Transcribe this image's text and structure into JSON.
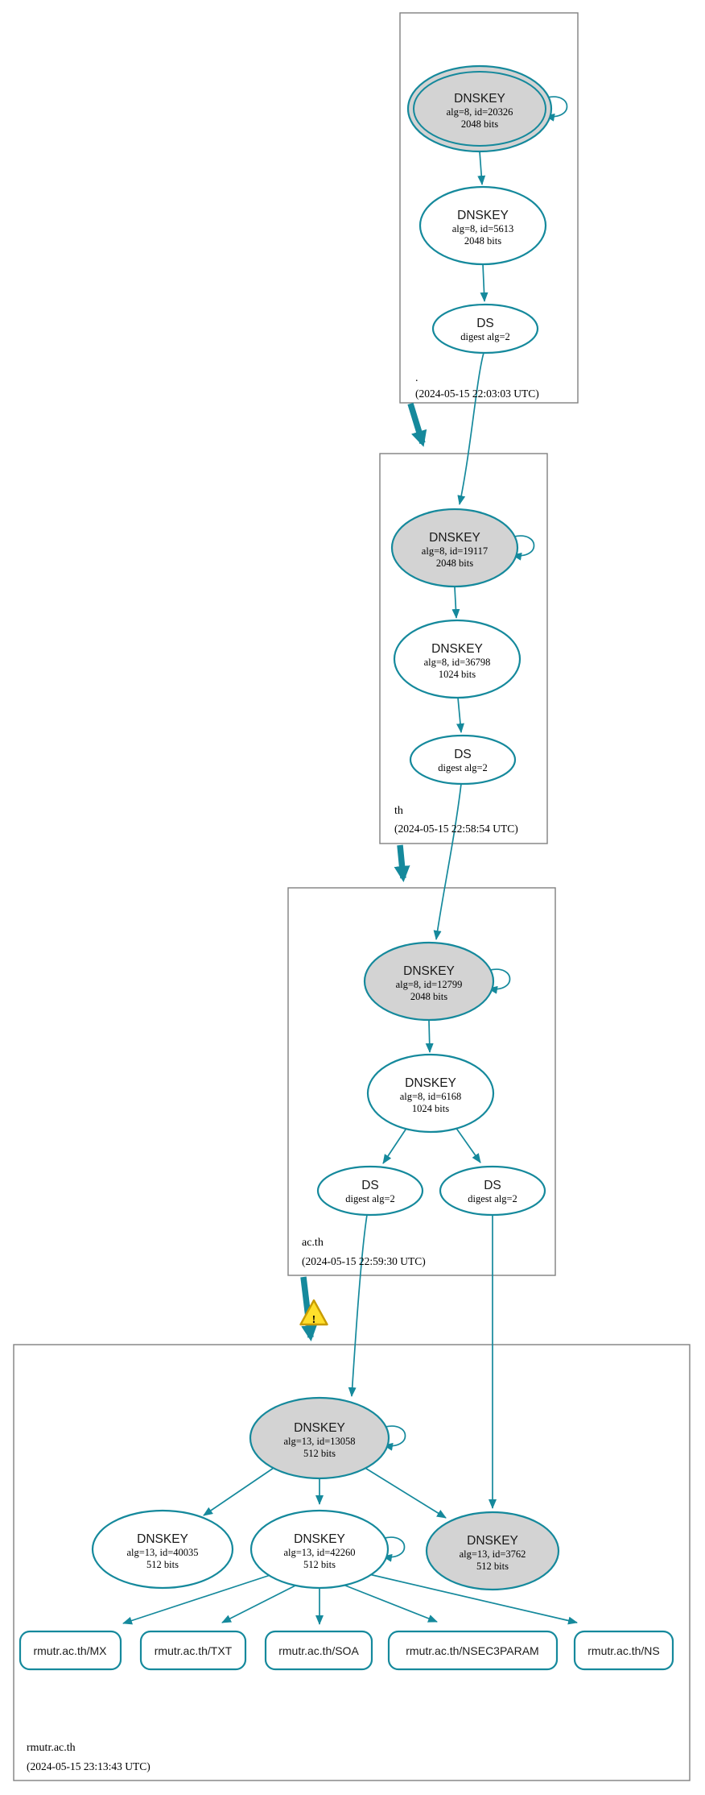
{
  "colors": {
    "edge_teal": "#15899c",
    "sep_key_fill": "#d3d3d3",
    "node_fill": "#ffffff",
    "zone_border": "#808080",
    "warning_fill": "#ffdf2b",
    "warning_border": "#c89b00"
  },
  "zones": [
    {
      "name": ".",
      "timestamp": "(2024-05-15 22:03:03 UTC)"
    },
    {
      "name": "th",
      "timestamp": "(2024-05-15 22:58:54 UTC)"
    },
    {
      "name": "ac.th",
      "timestamp": "(2024-05-15 22:59:30 UTC)"
    },
    {
      "name": "rmutr.ac.th",
      "timestamp": "(2024-05-15 23:13:43 UTC)"
    }
  ],
  "nodes": {
    "root_ksk": {
      "label": "DNSKEY",
      "detail": "alg=8, id=20326",
      "bits": "2048 bits"
    },
    "root_zsk": {
      "label": "DNSKEY",
      "detail": "alg=8, id=5613",
      "bits": "2048 bits"
    },
    "root_ds": {
      "label": "DS",
      "detail": "digest alg=2"
    },
    "th_ksk": {
      "label": "DNSKEY",
      "detail": "alg=8, id=19117",
      "bits": "2048 bits"
    },
    "th_zsk": {
      "label": "DNSKEY",
      "detail": "alg=8, id=36798",
      "bits": "1024 bits"
    },
    "th_ds": {
      "label": "DS",
      "detail": "digest alg=2"
    },
    "acth_ksk": {
      "label": "DNSKEY",
      "detail": "alg=8, id=12799",
      "bits": "2048 bits"
    },
    "acth_zsk": {
      "label": "DNSKEY",
      "detail": "alg=8, id=6168",
      "bits": "1024 bits"
    },
    "acth_ds_left": {
      "label": "DS",
      "detail": "digest alg=2"
    },
    "acth_ds_right": {
      "label": "DS",
      "detail": "digest alg=2"
    },
    "rmutr_ksk": {
      "label": "DNSKEY",
      "detail": "alg=13, id=13058",
      "bits": "512 bits"
    },
    "rmutr_zsk_40035": {
      "label": "DNSKEY",
      "detail": "alg=13, id=40035",
      "bits": "512 bits"
    },
    "rmutr_zsk_42260": {
      "label": "DNSKEY",
      "detail": "alg=13, id=42260",
      "bits": "512 bits"
    },
    "rmutr_key_3762": {
      "label": "DNSKEY",
      "detail": "alg=13, id=3762",
      "bits": "512 bits"
    }
  },
  "rrsets": [
    {
      "label": "rmutr.ac.th/MX"
    },
    {
      "label": "rmutr.ac.th/TXT"
    },
    {
      "label": "rmutr.ac.th/SOA"
    },
    {
      "label": "rmutr.ac.th/NSEC3PARAM"
    },
    {
      "label": "rmutr.ac.th/NS"
    }
  ],
  "warning": {
    "glyph": "!"
  }
}
